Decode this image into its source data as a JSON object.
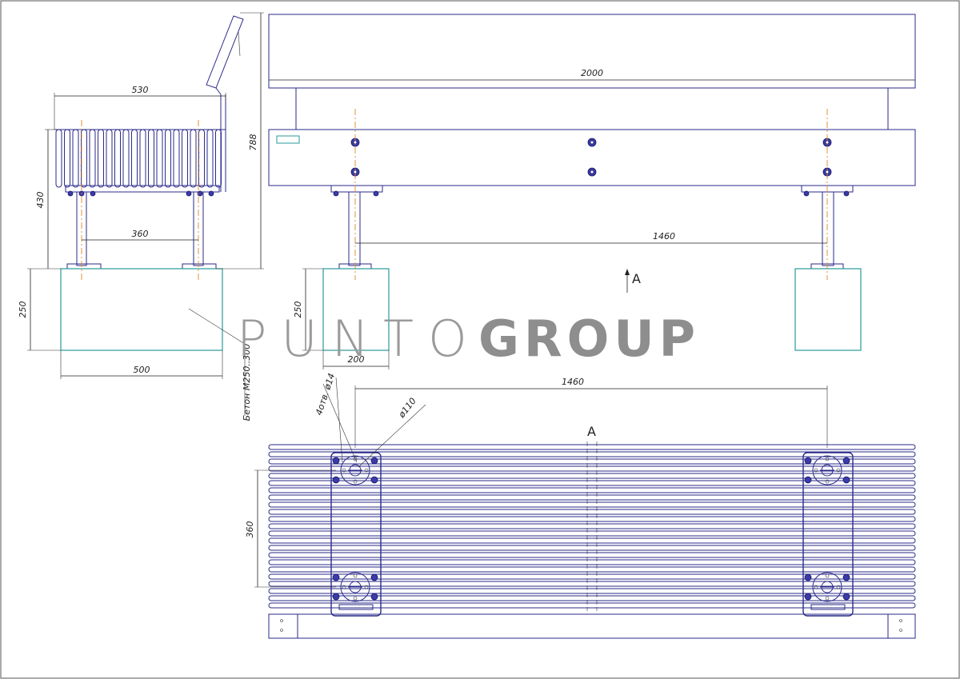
{
  "drawing": {
    "side_view": {
      "dims": {
        "width": "530",
        "seat_height": "430",
        "total_height": "788",
        "post_spacing": "360",
        "found_height": "250",
        "found_width": "500"
      },
      "concrete_note": "Бетон М250..300"
    },
    "front_view": {
      "dims": {
        "length": "2000",
        "post_spacing": "1460",
        "found_height": "250",
        "found_width": "200"
      },
      "view_arrow_label": "A"
    },
    "plan_view": {
      "title": "A",
      "dims": {
        "post_spacing": "1460",
        "flange_spacing": "360",
        "flange_diam": "ø110",
        "hole_note": "4отв. ø14"
      }
    }
  },
  "watermark": {
    "light": "PUNTO",
    "bold": "GROUP"
  },
  "colors": {
    "line": "#2a2a8a",
    "axis": "#e08a2a",
    "concrete": "#2a9a9a",
    "bolt": "#3a3aa8"
  }
}
